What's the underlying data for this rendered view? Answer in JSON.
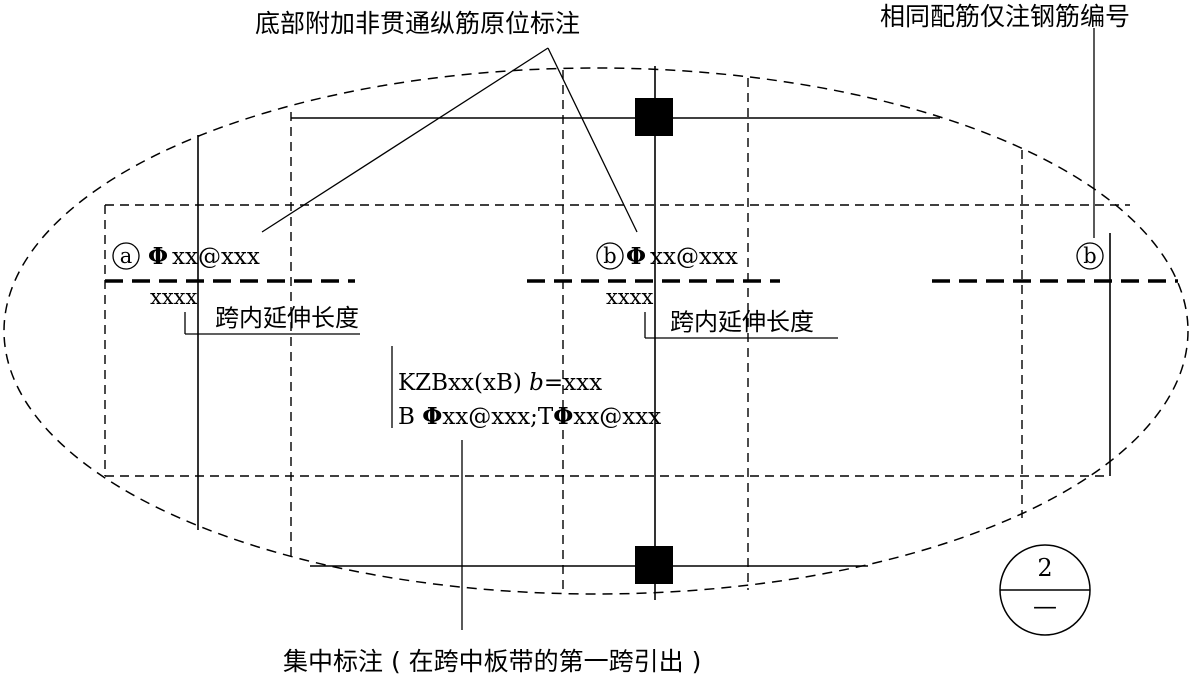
{
  "annotations": {
    "top_callout": "底部附加非贯通纵筋原位标注",
    "right_callout": "相同配筋仅注钢筋编号",
    "bottom_callout": "集中标注 ( 在跨中板带的第一跨引出 )"
  },
  "rebar_left": {
    "mark": "a",
    "spec": "xx@xxx",
    "length_value": "xxxx",
    "length_label": "跨内延伸长度"
  },
  "rebar_middle": {
    "mark": "b",
    "spec": "xx@xxx",
    "length_value": "xxxx",
    "length_label": "跨内延伸长度"
  },
  "rebar_right": {
    "mark": "b"
  },
  "centralized_note": {
    "line1_prefix": "KZBxx(xB) ",
    "line1_italic": "b",
    "line1_suffix": "=xxx",
    "line2_b": "B ",
    "line2_b_spec": "xx@xxx;T",
    "line2_t_spec": "xx@xxx"
  },
  "section_symbol": {
    "number": "2",
    "lower": "—"
  },
  "glyphs": {
    "rebar_grade": "Φ"
  }
}
